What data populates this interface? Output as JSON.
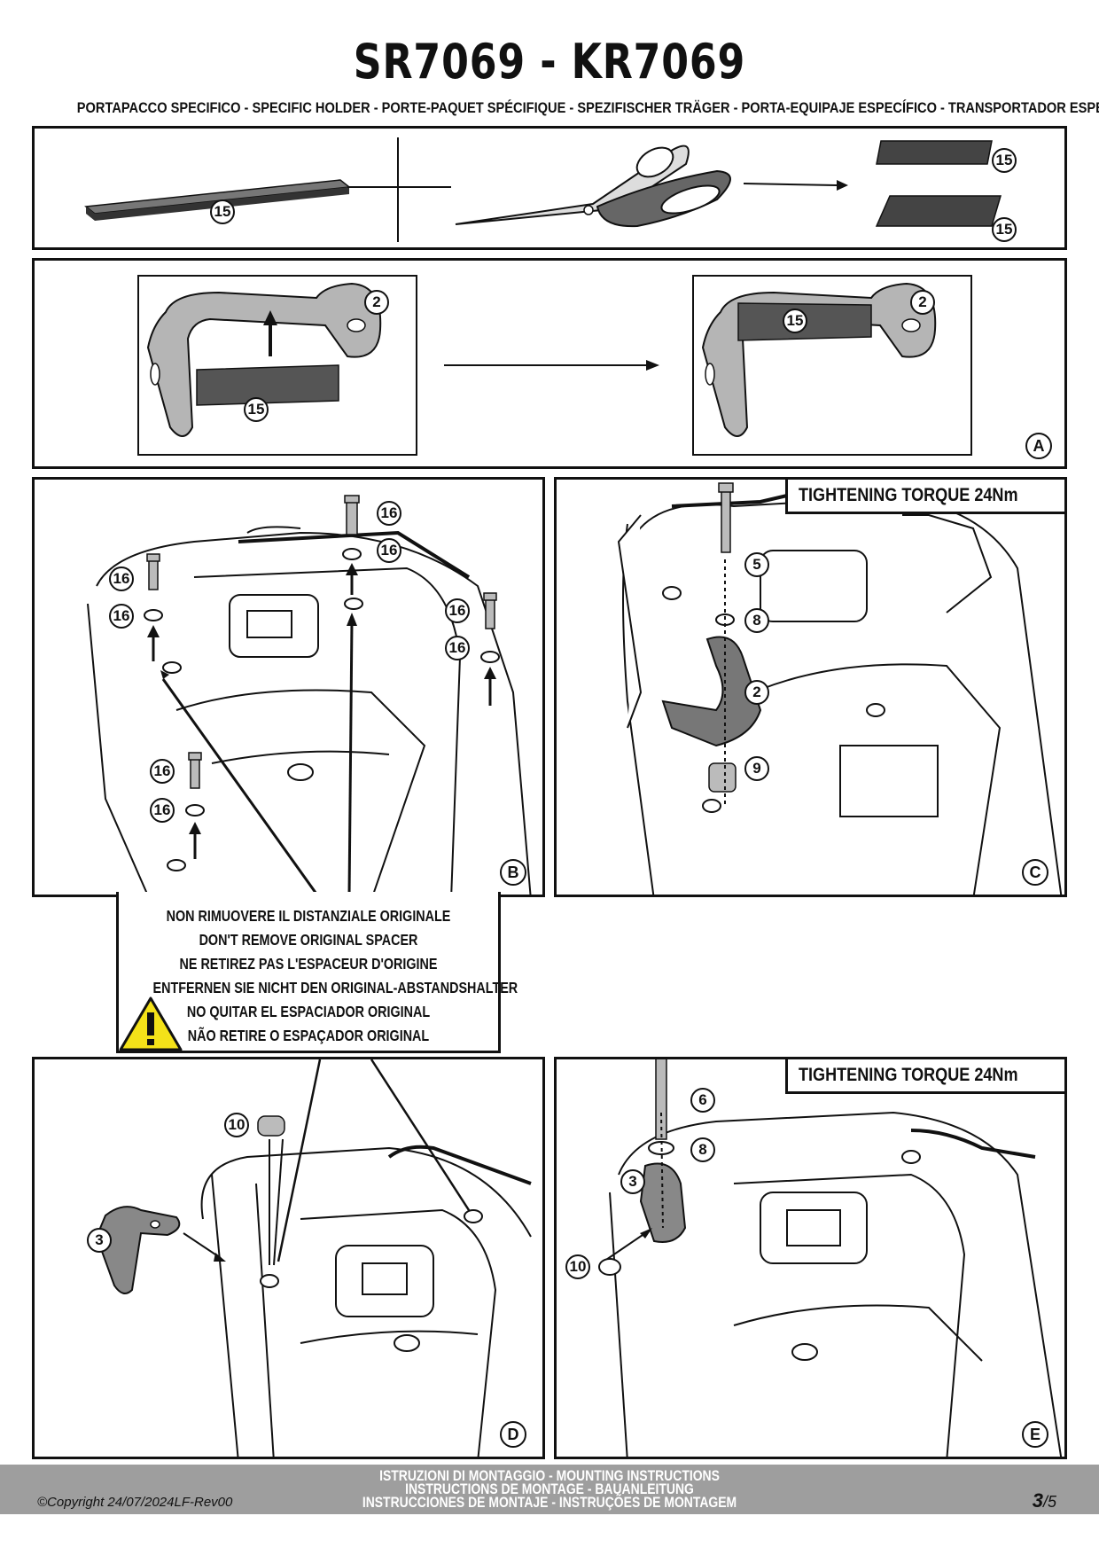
{
  "header": {
    "title": "SR7069 - KR7069",
    "subtitle": "PORTAPACCO SPECIFICO - SPECIFIC HOLDER - PORTE-PAQUET SPÉCIFIQUE - SPEZIFISCHER TRÄGER - PORTA-EQUIPAJE ESPECÍFICO - TRANSPORTADOR ESPECÍFICO"
  },
  "panels": {
    "top": {
      "callouts": [
        "15",
        "15",
        "15"
      ]
    },
    "a": {
      "letter": "A",
      "callouts": [
        "2",
        "15",
        "2",
        "15"
      ]
    },
    "b": {
      "letter": "B",
      "callouts": [
        "16",
        "16",
        "16",
        "16",
        "16",
        "16",
        "16",
        "16"
      ]
    },
    "c": {
      "letter": "C",
      "torque": "TIGHTENING TORQUE 24Nm",
      "callouts": [
        "5",
        "8",
        "2",
        "9"
      ]
    },
    "d": {
      "letter": "D",
      "callouts": [
        "10",
        "3"
      ]
    },
    "e": {
      "letter": "E",
      "torque": "TIGHTENING TORQUE 24Nm",
      "callouts": [
        "6",
        "8",
        "3",
        "10"
      ]
    }
  },
  "warning": {
    "icon": "warning-triangle-icon",
    "lines": [
      "NON RIMUOVERE IL DISTANZIALE ORIGINALE",
      "DON'T REMOVE ORIGINAL SPACER",
      "NE RETIREZ PAS L'ESPACEUR D'ORIGINE",
      "ENTFERNEN SIE NICHT DEN ORIGINAL-ABSTANDSHALTER",
      "NO QUITAR EL ESPACIADOR ORIGINAL",
      "NÃO RETIRE O ESPAÇADOR ORIGINAL"
    ]
  },
  "footer": {
    "lines": [
      "ISTRUZIONI DI MONTAGGIO  -  MOUNTING INSTRUCTIONS",
      "INSTRUCTIONS DE MONTAGE - BAUANLEITUNG",
      "INSTRUCCIONES DE MONTAJE - INSTRUÇÕES DE MONTAGEM"
    ],
    "copyright": "©Copyright 24/07/2024LF-Rev00",
    "page": "3",
    "total": "/5"
  },
  "colors": {
    "part_dark": "#444444",
    "part_grey": "#b5b5b5",
    "footer_bg": "#9e9e9e"
  }
}
